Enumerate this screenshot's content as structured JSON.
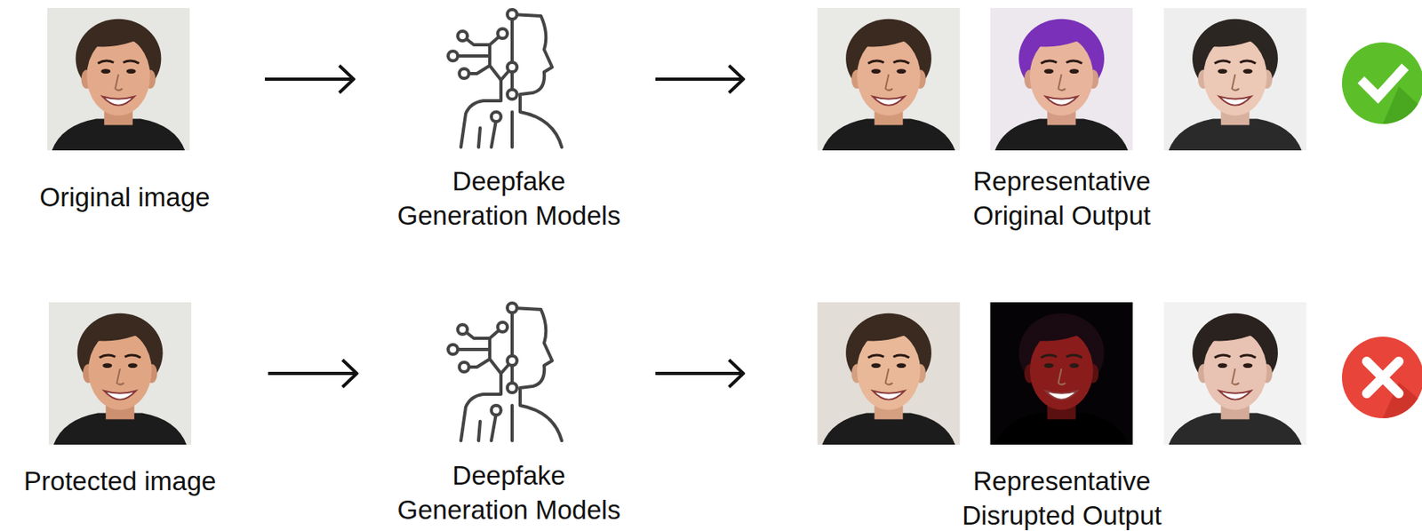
{
  "diagram": {
    "nodes": [
      {
        "text": [
          "Original image"
        ]
      },
      {
        "text": [
          "Deepfake Generation Models"
        ]
      },
      {
        "text": [
          "Representative Original Output"
        ]
      },
      {
        "text": [
          "Protected image"
        ]
      },
      {
        "text": [
          "Deepfake Generation Models"
        ]
      },
      {
        "text": [
          "Representative Disrupted Output"
        ]
      }
    ],
    "edges": [
      {
        "from": 0,
        "to": 1,
        "arrow": "to"
      },
      {
        "from": 1,
        "to": 2,
        "arrow": "to"
      },
      {
        "from": 3,
        "to": 4,
        "arrow": "to"
      },
      {
        "from": 4,
        "to": 5,
        "arrow": "to"
      }
    ]
  }
}
